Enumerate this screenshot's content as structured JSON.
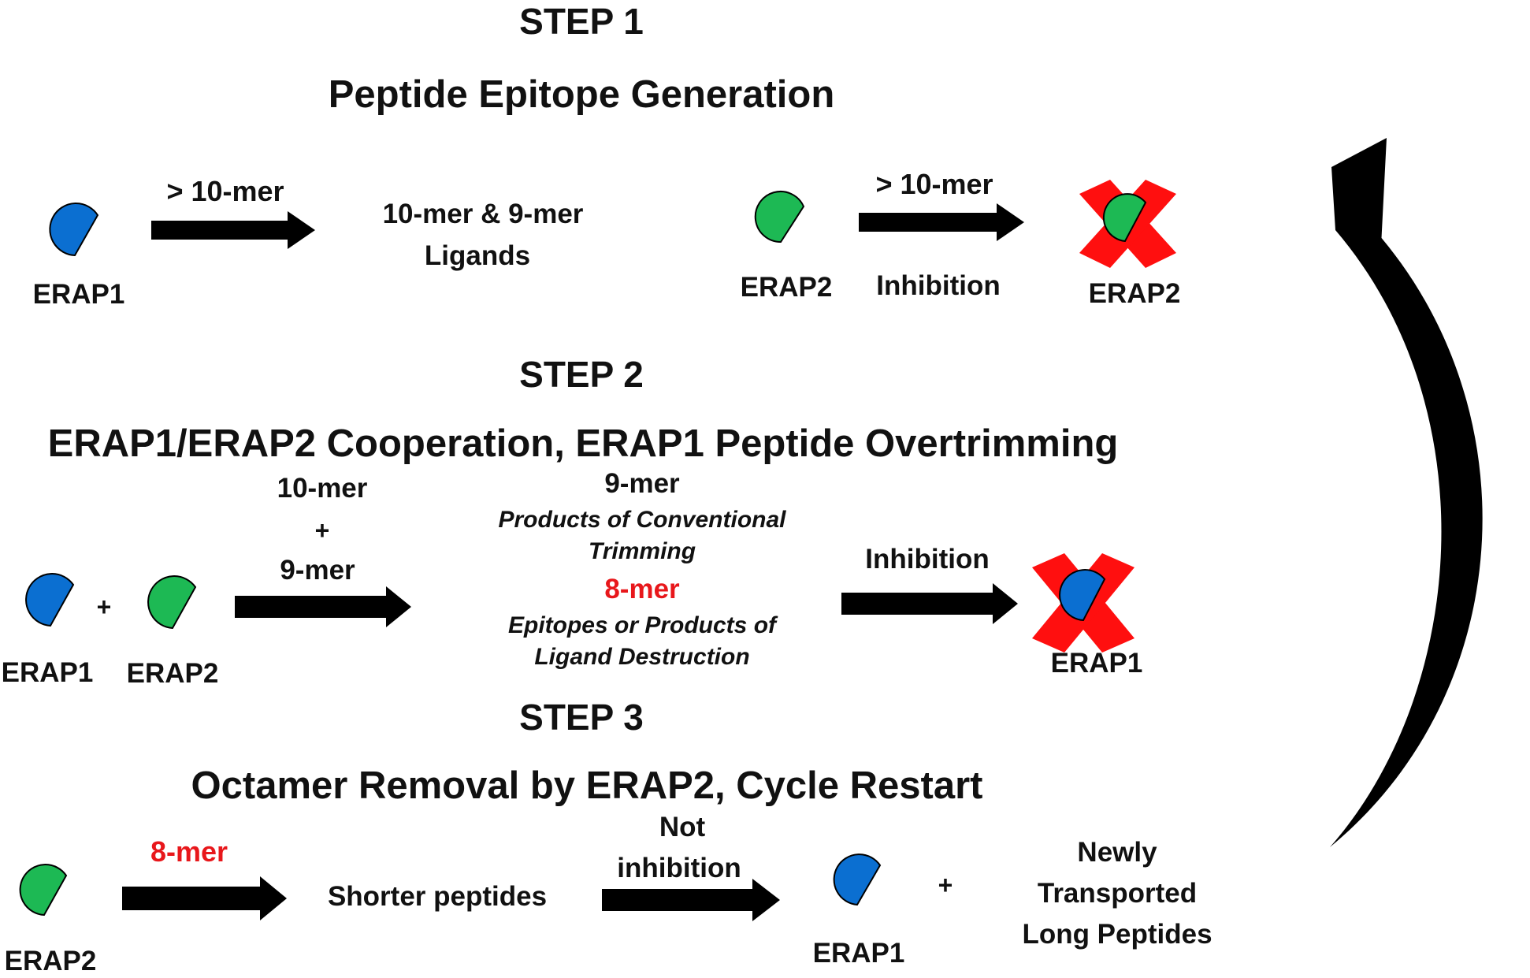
{
  "step1": {
    "title": "STEP 1",
    "heading": "Peptide Epitope Generation",
    "erap1_label": "ERAP1",
    "arrow1_label": "> 10-mer",
    "product_line1": "10-mer & 9-mer",
    "product_line2": "Ligands",
    "erap2_label": "ERAP2",
    "arrow2_label": "> 10-mer",
    "inhibition_label": "Inhibition",
    "inhibited_label": "ERAP2"
  },
  "step2": {
    "title": "STEP 2",
    "heading": "ERAP1/ERAP2 Cooperation, ERAP1 Peptide Overtrimming",
    "erap1_label": "ERAP1",
    "plus": "+",
    "erap2_label": "ERAP2",
    "input_line1": "10-mer",
    "input_plus": "+",
    "input_line2": "9-mer",
    "product_9mer": "9-mer",
    "product_9mer_desc": "Products of Conventional Trimming",
    "product_8mer": "8-mer",
    "product_8mer_desc": "Epitopes or Products of Ligand Destruction",
    "inhibition_label": "Inhibition",
    "inhibited_label": "ERAP1"
  },
  "step3": {
    "title": "STEP 3",
    "heading": "Octamer Removal by ERAP2, Cycle Restart",
    "erap2_label": "ERAP2",
    "arrow1_label": "8-mer",
    "product": "Shorter peptides",
    "not_inhibition_line1": "Not",
    "not_inhibition_line2": "inhibition",
    "erap1_label": "ERAP1",
    "plus": "+",
    "new_line1": "Newly",
    "new_line2": "Transported",
    "new_line3": "Long Peptides"
  },
  "colors": {
    "erap1": "#0b6fd1",
    "erap2": "#1db954",
    "inhibit_x": "#ff0f0f",
    "accent_red": "#e8171b",
    "arrow": "#000000"
  }
}
